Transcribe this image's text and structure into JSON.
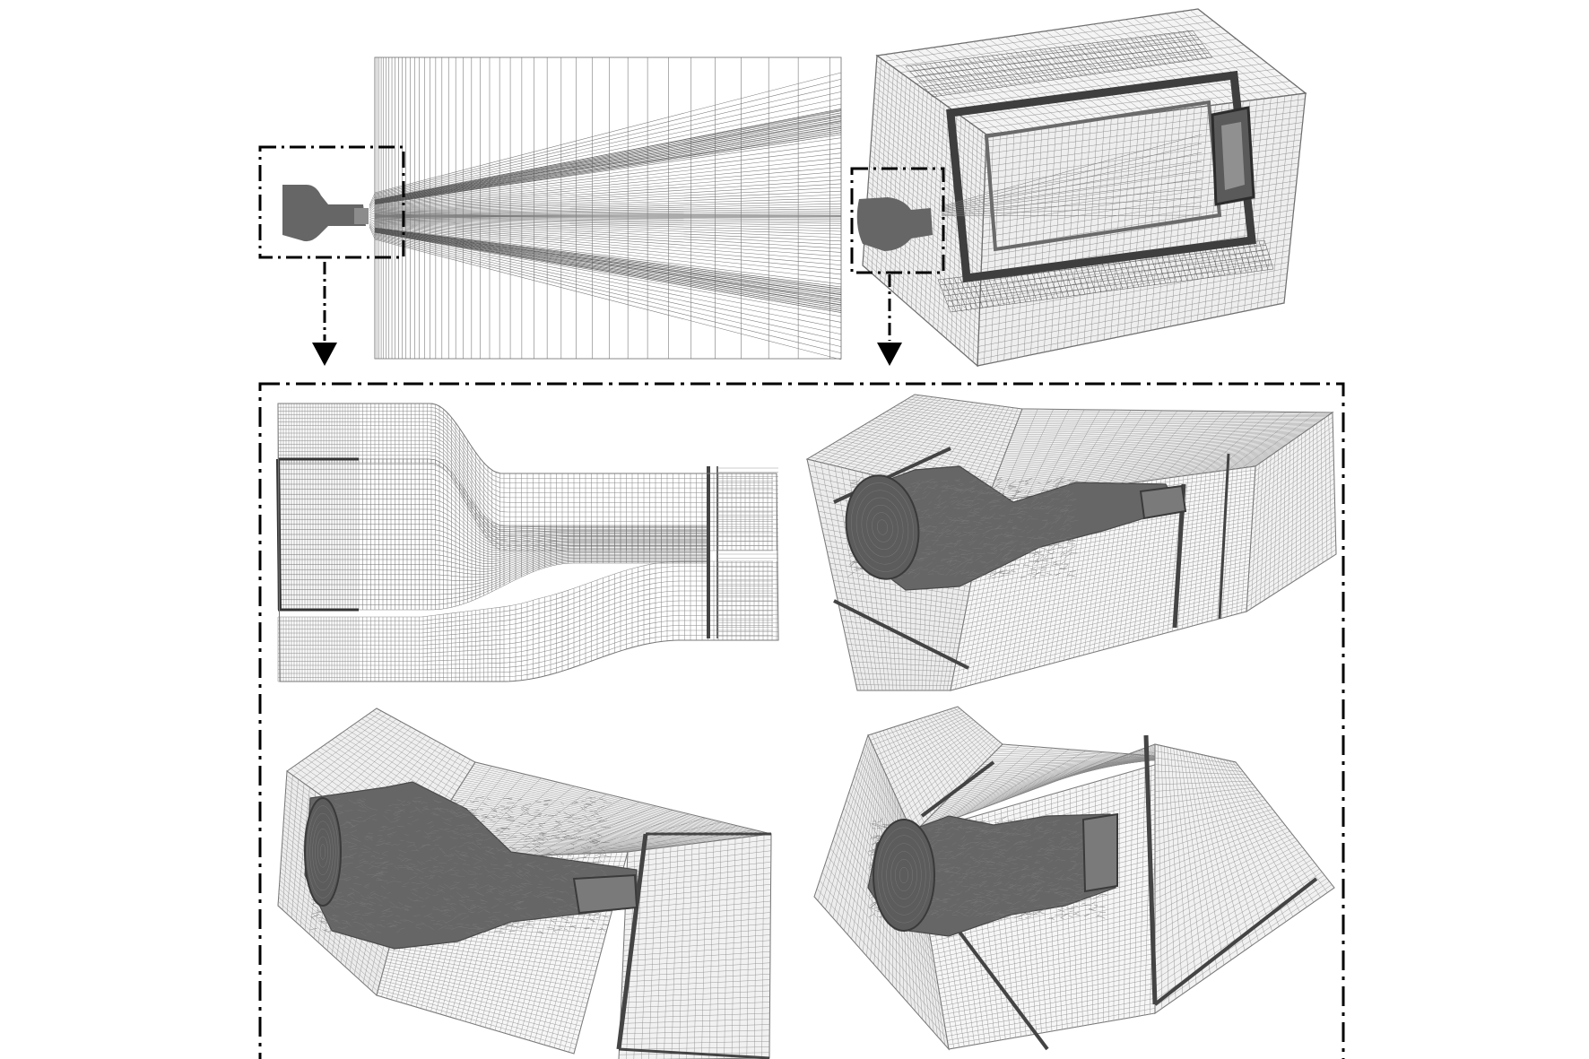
{
  "figure": {
    "panels": [
      {
        "id": "overview-2d",
        "kind": "2d-structured-mesh"
      },
      {
        "id": "overview-3d",
        "kind": "3d-hex-mesh-domain"
      },
      {
        "id": "detail-2d-nozzle",
        "kind": "2d-nozzle-mesh"
      },
      {
        "id": "detail-3d-view-a",
        "kind": "3d-nozzle-mesh"
      },
      {
        "id": "detail-3d-view-b",
        "kind": "3d-nozzle-mesh"
      },
      {
        "id": "detail-3d-view-c",
        "kind": "3d-nozzle-mesh"
      }
    ],
    "callouts": [
      {
        "from": "overview-2d",
        "to": "detail-2d-nozzle",
        "style": "dash-dot"
      },
      {
        "from": "overview-3d",
        "to": "detail-3d-view-a",
        "style": "dash-dot"
      }
    ],
    "colors": {
      "mesh_line": "#7a7a7a",
      "mesh_dense": "#555555",
      "solid": "#666666",
      "callout": "#000000",
      "background": "#ffffff"
    }
  }
}
